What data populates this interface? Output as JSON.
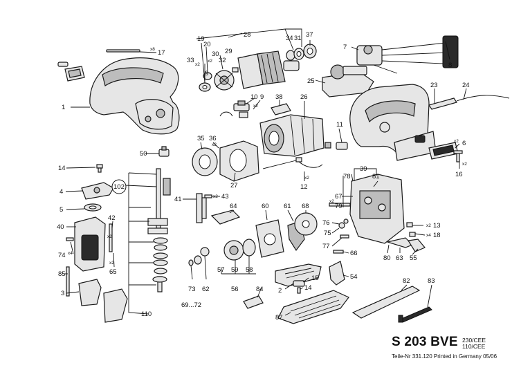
{
  "title": {
    "model": "S 203 BVE",
    "voltage_1": "230/CEE",
    "voltage_2": "110/CEE",
    "footer": "Teile-Nr 331.120 Printed in Germany 05/06"
  },
  "callouts": {
    "c1": "1",
    "c2": "2",
    "c3": "3",
    "c4": "4",
    "c5": "5",
    "c6": "6",
    "c7": "7",
    "c8": "8",
    "c9": "9",
    "c10": "10",
    "c11": "11",
    "c12": "12",
    "c13": "13",
    "c14": "14",
    "c14b": "14",
    "c15": "15",
    "c16": "16",
    "c17": "17",
    "c18": "18",
    "c19": "19",
    "c20": "20",
    "c23": "23",
    "c24": "24",
    "c25": "25",
    "c26": "26",
    "c27": "27",
    "c28": "28",
    "c29": "29",
    "c30": "30",
    "c31": "31",
    "c32": "32",
    "c33": "33",
    "c34": "34",
    "c35": "35",
    "c36": "36",
    "c37": "37",
    "c38": "38",
    "c39": "39",
    "c40": "40",
    "c41": "41",
    "c42": "42",
    "c43": "43",
    "c50": "50",
    "c54": "54",
    "c55": "55",
    "c56": "56",
    "c57": "57",
    "c58": "58",
    "c59": "59",
    "c60": "60",
    "c61": "61",
    "c62": "62",
    "c63": "63",
    "c64": "64",
    "c65": "65",
    "c66": "66",
    "c67": "67",
    "c68": "68",
    "c6972": "69...72",
    "c73": "73",
    "c74": "74",
    "c75": "75",
    "c76": "76",
    "c77": "77",
    "c78": "78",
    "c79": "79",
    "c80": "80",
    "c81": "81",
    "c82": "82",
    "c83": "83",
    "c84": "84",
    "c85": "85",
    "c87": "87",
    "c102": "102",
    "c110": "110"
  },
  "quantities": {
    "x8": "x8",
    "x2": "x2",
    "x4": "x4"
  }
}
